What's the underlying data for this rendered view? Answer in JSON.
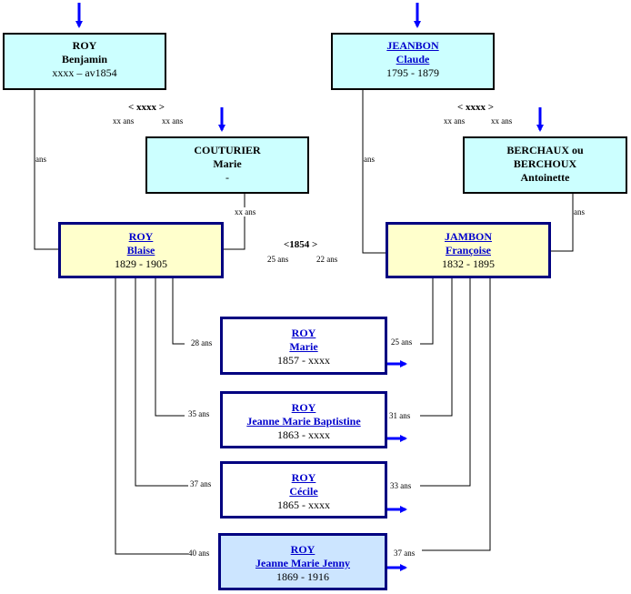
{
  "persons": {
    "roy_benjamin": {
      "surname": "ROY",
      "given": "Benjamin",
      "dates": "xxxx – av1854"
    },
    "couturier_marie": {
      "surname": "COUTURIER",
      "given": "Marie",
      "dates": "-"
    },
    "roy_blaise": {
      "surname": "ROY",
      "given": "Blaise",
      "dates": "1829 - 1905"
    },
    "jeanbon_claude": {
      "surname": "JEANBON",
      "given": "Claude",
      "dates": "1795 - 1879"
    },
    "berchaux_antoinette": {
      "surname_line1": "BERCHAUX ou",
      "surname_line2": "BERCHOUX",
      "given": "Antoinette"
    },
    "jambon_francoise": {
      "surname": "JAMBON",
      "given": "Françoise",
      "dates": "1832 - 1895"
    },
    "roy_marie": {
      "surname": "ROY",
      "given": "Marie",
      "dates": "1857 - xxxx"
    },
    "roy_jeanne_marie_baptistine": {
      "surname": "ROY",
      "given": "Jeanne Marie Baptistine",
      "dates": "1863 - xxxx"
    },
    "roy_cecile": {
      "surname": "ROY",
      "given": "Cécile",
      "dates": "1865 - xxxx"
    },
    "roy_jeanne_marie_jenny": {
      "surname": "ROY",
      "given": "Jeanne Marie Jenny",
      "dates": "1869 - 1916"
    }
  },
  "marriages": {
    "left": {
      "date": "< xxxx >",
      "age_husband": "xx ans",
      "age_wife": "xx ans"
    },
    "right": {
      "date": "< xxxx >",
      "age_husband": "xx ans",
      "age_wife": "xx ans"
    },
    "center": {
      "date": "<1854 >",
      "age_husband": "25 ans",
      "age_wife": "22 ans"
    }
  },
  "parent_ages": {
    "benjamin_at_blaise": "ans",
    "marie_at_blaise": "xx ans",
    "claude_at_francoise": "ans",
    "antoinette_at_francoise": "ans"
  },
  "child_ages": {
    "marie": {
      "father": "28 ans",
      "mother": "25 ans"
    },
    "baptistine": {
      "father": "35 ans",
      "mother": "31 ans"
    },
    "cecile": {
      "father": "37 ans",
      "mother": "33 ans"
    },
    "jenny": {
      "father": "40 ans",
      "mother": "37 ans"
    }
  },
  "colors": {
    "arrow": "#0000ff",
    "box_cyan": "#ccffff",
    "box_cream": "#ffffcc",
    "box_highlight": "#cce5ff",
    "link": "#0000cc"
  }
}
